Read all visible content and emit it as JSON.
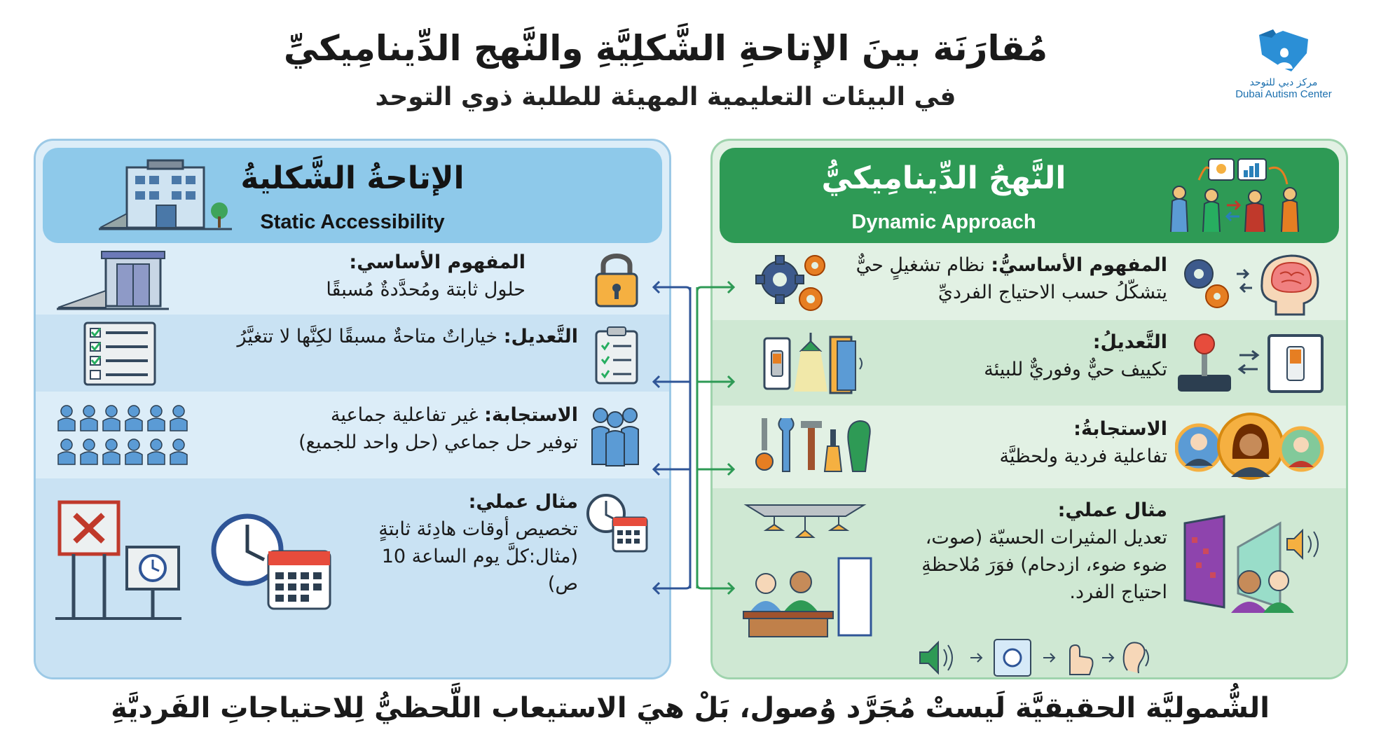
{
  "header": {
    "title": "مُقارَنَة بينَ الإتاحةِ الشَّكلِيَّةِ والنَّهج الدِّينامِيكيِّ",
    "subtitle": "في البيئات التعليمية المهيئة للطلبة ذوي التوحد"
  },
  "logo": {
    "arabic": "مركز دبي للتوحد",
    "english": "Dubai Autism Center",
    "color": "#2b8fd6"
  },
  "static_panel": {
    "title_ar": "الإتاحةُ الشَّكليةُ",
    "title_en": "Static Accessibility",
    "rows": [
      {
        "label": "المفهوم الأساسي:",
        "text": "حلول ثابتة ومُحدَّدةٌ مُسبقًا",
        "icon": "lock-icon"
      },
      {
        "label": "التَّعديل:",
        "text": "خياراتٌ متاحةٌ مسبقًا لكِنَّها لا تتغيَّرُ",
        "icon": "checklist-icon"
      },
      {
        "label": "الاستجابة:",
        "text": "غير تفاعلية جماعية",
        "text2": "توفير حل جماعي   (حل واحد للجميع)",
        "icon": "group-icon"
      },
      {
        "label": "مثال عملي:",
        "text": "تخصيص أوقات هادِئة ثابتةٍ (مثال:كلَّ يوم الساعة 10 ص)",
        "icon": "clock-calendar-icon"
      }
    ]
  },
  "dynamic_panel": {
    "title_ar": "النَّهجُ الدِّينامِيكيُّ",
    "title_en": "Dynamic Approach",
    "rows": [
      {
        "label": "المفهوم الأساسيُّ:",
        "text": "نظام تشغيلٍ حيٌّ يتشكّلُ حسب الاحتياج الفرديِّ",
        "icon": "brain-gears-icon"
      },
      {
        "label": "التَّعديلُ:",
        "text": "تكييف حيٌّ وفوريٌّ للبيئة",
        "icon": "joystick-switch-icon"
      },
      {
        "label": "الاستجابةُ:",
        "text": "تفاعلية فردية ولحظيَّة",
        "icon": "individual-faces-icon"
      },
      {
        "label": "مثال عملي:",
        "text": "تعديل المثيرات الحسيّة (صوت، ضوء ضوء، ازدحام) فوَرَ مُلاحظةِ احتياج الفرد.",
        "icon": "sensory-room-icon"
      }
    ]
  },
  "footer": "الشُّموليَّة الحقيقيَّة لَيستْ مُجَرَّد وُصول، بَلْ هيَ الاستيعاب اللَّحظيُّ لِلاحتياجاتِ الفَرديَّةِ",
  "colors": {
    "static_accent": "#8ec9ea",
    "dynamic_accent": "#2e9a55",
    "arrow_blue": "#2f5597",
    "arrow_green": "#2e9a55"
  }
}
